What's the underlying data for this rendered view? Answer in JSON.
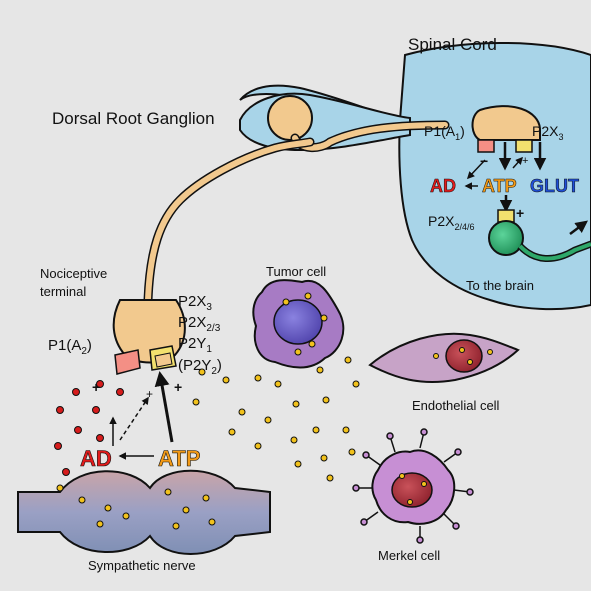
{
  "labels": {
    "spinal_cord": "Spinal Cord",
    "drg": "Dorsal Root Ganglion",
    "nociceptive": "Nociceptive",
    "terminal": "terminal",
    "p1_base": "P1(A",
    "p1_sub": "2",
    "p1_close": ")",
    "p2x3_base": "P2X",
    "p2x3_sub": "3",
    "p2x23_base": "P2X",
    "p2x23_sub": "2/3",
    "p2y1_base": "P2Y",
    "p2y1_sub": "1",
    "p2y2_open": "(P2Y",
    "p2y2_sub": "2",
    "p2y2_close": ")",
    "tumor": "Tumor cell",
    "endothelial": "Endothelial cell",
    "merkel": "Merkel cell",
    "sympathetic": "Sympathetic nerve",
    "ad": "AD",
    "atp": "ATP",
    "plus": "+",
    "minus": "−",
    "sc_p1_base": "P1(A",
    "sc_p1_sub": "1",
    "sc_p1_close": ")",
    "sc_p2x3_base": "P2X",
    "sc_p2x3_sub": "3",
    "sc_ad": "AD",
    "sc_atp": "ATP",
    "sc_glut": "GLUT",
    "sc_p2x246_base": "P2X",
    "sc_p2x246_sub": "2/4/6",
    "to_brain": "To the brain"
  },
  "colors": {
    "background": "#e6e6e6",
    "spinal_cord": "#a8d4e8",
    "neuron": "#f2c98e",
    "ad_red": "#e21b1b",
    "atp_orange": "#f39a16",
    "glut_blue": "#1e4fd8",
    "tumor_body": "#a77bc4",
    "tumor_nucleus": "#6a5cc7",
    "endothelial_body": "#c7a3c7",
    "endothelial_nucleus": "#a8283a",
    "merkel_body": "#c78fd4",
    "merkel_nucleus": "#a83a3a",
    "sympathetic_nerve": "#8d93b8",
    "atp_dot": "#f2c21c",
    "ad_dot": "#d61c1c",
    "p1_receptor": "#f48f85",
    "p2_receptor": "#f2e06e",
    "postsynaptic": "#2ea86a"
  },
  "icons": [
    "receptor-icon",
    "arrow-icon"
  ]
}
